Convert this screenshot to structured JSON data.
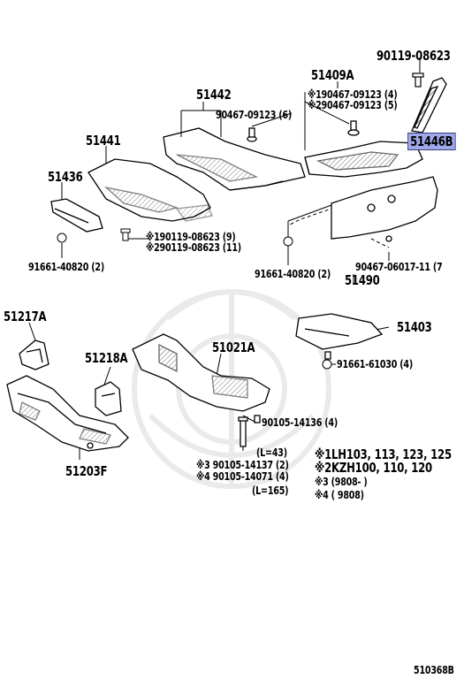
{
  "diagram": {
    "labels": {
      "p90119_top": "90119-08623",
      "p51409A": "51409A",
      "n190467": "※190467-09123 (4)",
      "n290467": "※290467-09123 (5)",
      "p51446B": "51446B",
      "p51442": "51442",
      "p90467_6": "90467-09123 (6)",
      "p51441": "51441",
      "p51436": "51436",
      "n190119": "※190119-08623 (9)",
      "n290119": "※290119-08623 (11)",
      "p91661_left": "91661-40820 (2)",
      "p91661_mid": "91661-40820 (2)",
      "p90467_11": "90467-06017-11 (7",
      "p51490": "51490",
      "p51217A": "51217A",
      "p51403": "51403",
      "p51218A": "51218A",
      "p51021A": "51021A",
      "p91661_61030": "91661-61030 (4)",
      "p90105_14136": "90105-14136 (4)",
      "l43": "(L=43)",
      "n3_90105": "※3  90105-14137 (2)",
      "n4_90105": "※4  90105-14071 (4)",
      "l165": "(L=165)",
      "p51203F": "51203F",
      "note1": "※1LH103, 113, 123, 125",
      "note2": "※2KZH100, 110, 120",
      "note3": "※3  (9808‐        )",
      "note4": "※4  (          9808)",
      "figure_code": "510368B"
    },
    "highlight_color": "#9fa8ea",
    "line_color": "#000000"
  }
}
